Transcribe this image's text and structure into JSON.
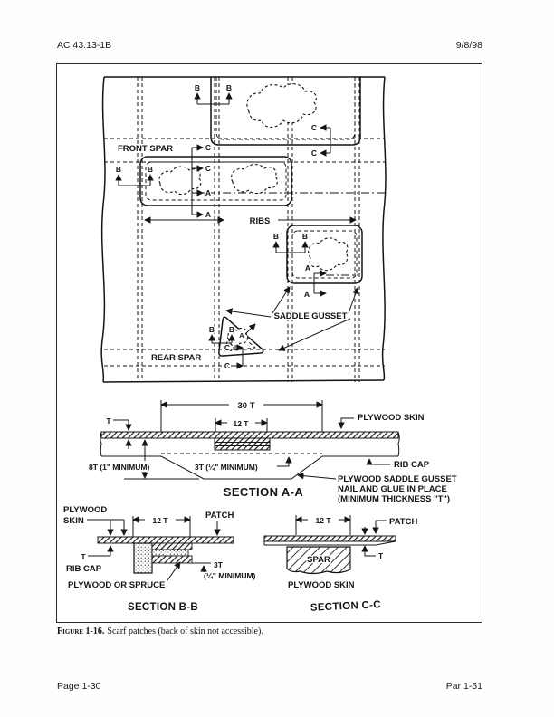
{
  "page": {
    "header": {
      "left": "AC 43.13-1B",
      "right": "9/8/98"
    },
    "footer": {
      "left": "Page 1-30",
      "right": "Par 1-51"
    },
    "caption": {
      "label": "Figure 1-16.",
      "text": "Scarf patches (back of skin not accessible)."
    }
  },
  "figure": {
    "letters": {
      "a": "A",
      "b": "B",
      "c": "C"
    },
    "plan": {
      "front_spar": "FRONT SPAR",
      "ribs": "RIBS",
      "saddle_gusset": "SADDLE GUSSET",
      "rear_spar": "REAR SPAR"
    },
    "section_aa": {
      "dim_30t": "30 T",
      "dim_12t": "12 T",
      "t": "T",
      "plywood_skin": "PLYWOOD SKIN",
      "dim_8t": "8T (1\" MINIMUM)",
      "dim_3t": "3T (¼\" MINIMUM)",
      "rib_cap": "RIB CAP",
      "note1": "PLYWOOD SADDLE GUSSET",
      "note2": "NAIL AND GLUE IN PLACE",
      "note3": "(MINIMUM THICKNESS \"T\")",
      "title": "SECTION A-A"
    },
    "section_bb": {
      "plywood": "PLYWOOD",
      "skin": "SKIN",
      "dim_12t": "12 T",
      "patch": "PATCH",
      "t": "T",
      "rib_cap": "RIB CAP",
      "plywood_or_spruce": "PLYWOOD OR SPRUCE",
      "dim_3t": "3T",
      "dim_3t_min": "(¼\" MINIMUM)",
      "title": "SECTION B-B"
    },
    "section_cc": {
      "dim_12t": "12 T",
      "patch": "PATCH",
      "t": "T",
      "spar": "SPAR",
      "plywood_skin": "PLYWOOD SKIN",
      "title": "SECTION C-C"
    }
  }
}
